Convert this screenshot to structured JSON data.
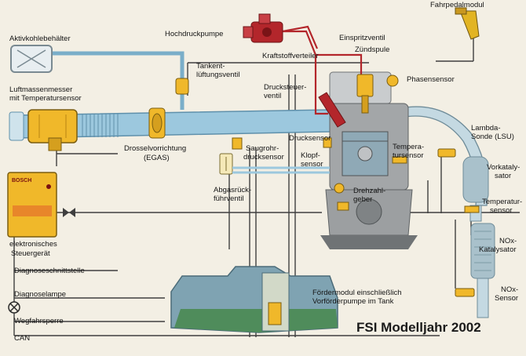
{
  "diagram": {
    "title": "FSI Modelljahr 2002",
    "labels": {
      "aktivkohle": "Aktivkohlebehälter",
      "hochdruckpumpe": "Hochdruckpumpe",
      "fahrpedalmodul": "Fahrpedalmodul",
      "einspritzventil": "Einspritzventil",
      "zuendspule": "Zündspule",
      "kraftstoffverteiler": "Kraftstoffverteiler",
      "phasensensor": "Phasensensor",
      "tankentlueftung_1": "Tankent-",
      "tankentlueftung_2": "lüftungsventil",
      "luftmassenmesser_1": "Luftmassenmesser",
      "luftmassenmesser_2": "mit Temperatursensor",
      "drucksteuerventil_1": "Drucksteuer-",
      "drucksteuerventil_2": "ventil",
      "drosselvorrichtung_1": "Drosselvorrichtung",
      "drosselvorrichtung_2": "(EGAS)",
      "saugrohr_1": "Saugrohr-",
      "saugrohr_2": "drucksensor",
      "drucksensor": "Drucksensor",
      "klopf_1": "Klopf-",
      "klopf_2": "sensor",
      "temp_motor_1": "Tempera-",
      "temp_motor_2": "tursensor",
      "lambda_1": "Lambda-",
      "lambda_2": "Sonde (LSU)",
      "vorkat_1": "Vorkataly-",
      "vorkat_2": "sator",
      "abgas_1": "Abgasrück-",
      "abgas_2": "führventil",
      "drehzahl_1": "Drehzahl-",
      "drehzahl_2": "geber",
      "temp_abgas_1": "Temperatur-",
      "temp_abgas_2": "sensor",
      "steuergeraet_1": "elektronisches",
      "steuergeraet_2": "Steuergerät",
      "nox_kat_1": "NOx-",
      "nox_kat_2": "Katalysator",
      "diagnoseschnittstelle": "Diagnoseschnittstelle",
      "diagnoselampe": "Diagnoselampe",
      "foerdermodul_1": "Fördermodul einschließlich",
      "foerdermodul_2": "Vorförderpumpe im Tank",
      "wegfahrsperre": "Wegfahrsperre",
      "can": "CAN",
      "nox_sensor_1": "NOx-",
      "nox_sensor_2": "Sensor"
    },
    "ecu_brand": "BOSCH",
    "colors": {
      "background": "#f3efe4",
      "air_duct": "#9cc8de",
      "air_duct_edge": "#5f90ab",
      "exhaust": "#c4d9e2",
      "component_yellow": "#f0b82a",
      "high_pressure_red": "#b3262b",
      "tank_green": "#4f8c5b",
      "engine_grey": "#a3a6a8",
      "wire": "#3f3f3f",
      "title": "#1a1a1a"
    },
    "icons": [
      "canister-icon",
      "pump-icon",
      "pedal-icon",
      "lamp-icon",
      "injector-icon",
      "sensor-icon",
      "ecu-icon"
    ]
  }
}
